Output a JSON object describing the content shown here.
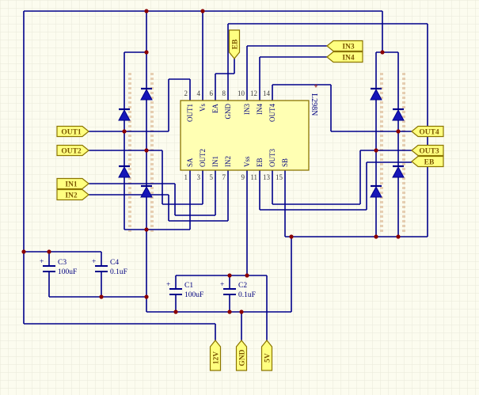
{
  "ic": {
    "name": "L298N",
    "designator": "*",
    "top_pins": [
      {
        "number": "2",
        "name": "OUT1"
      },
      {
        "number": "4",
        "name": "Vs"
      },
      {
        "number": "6",
        "name": "EA"
      },
      {
        "number": "8",
        "name": "GND"
      },
      {
        "number": "10",
        "name": "IN3"
      },
      {
        "number": "12",
        "name": "IN4"
      },
      {
        "number": "14",
        "name": "OUT4"
      }
    ],
    "bottom_pins": [
      {
        "number": "1",
        "name": "SA"
      },
      {
        "number": "3",
        "name": "OUT2"
      },
      {
        "number": "5",
        "name": "IN1"
      },
      {
        "number": "7",
        "name": "IN2"
      },
      {
        "number": "9",
        "name": "Vss"
      },
      {
        "number": "11",
        "name": "EB"
      },
      {
        "number": "13",
        "name": "OUT3"
      },
      {
        "number": "15",
        "name": "SB"
      }
    ]
  },
  "ports": {
    "out1": "OUT1",
    "out2": "OUT2",
    "in1": "IN1",
    "in2": "IN2",
    "in3": "IN3",
    "in4": "IN4",
    "out4": "OUT4",
    "out3": "OUT3",
    "eb_top": "EB",
    "eb_right": "EB",
    "p12v": "12V",
    "gnd": "GND",
    "p5v": "5V"
  },
  "capacitors": {
    "c1": {
      "designator": "C1",
      "value": "100uF",
      "plus": "+"
    },
    "c2": {
      "designator": "C2",
      "value": "0.1uF",
      "plus": "+"
    },
    "c3": {
      "designator": "C3",
      "value": "100uF",
      "plus": "+"
    },
    "c4": {
      "designator": "C4",
      "value": "0.1uF",
      "plus": "+"
    }
  },
  "colors": {
    "wire": "#00008B",
    "junction": "#8B0000",
    "diode": "#1616B8",
    "port_fill": "#FFFF80",
    "port_border": "#8B7500",
    "port_text": "#7A5500",
    "ic_fill": "#FFFFB3",
    "ic_border": "#8B7500",
    "text_navy": "#000080",
    "background": "#FCFCEF",
    "grid": "#E9E9DA"
  }
}
